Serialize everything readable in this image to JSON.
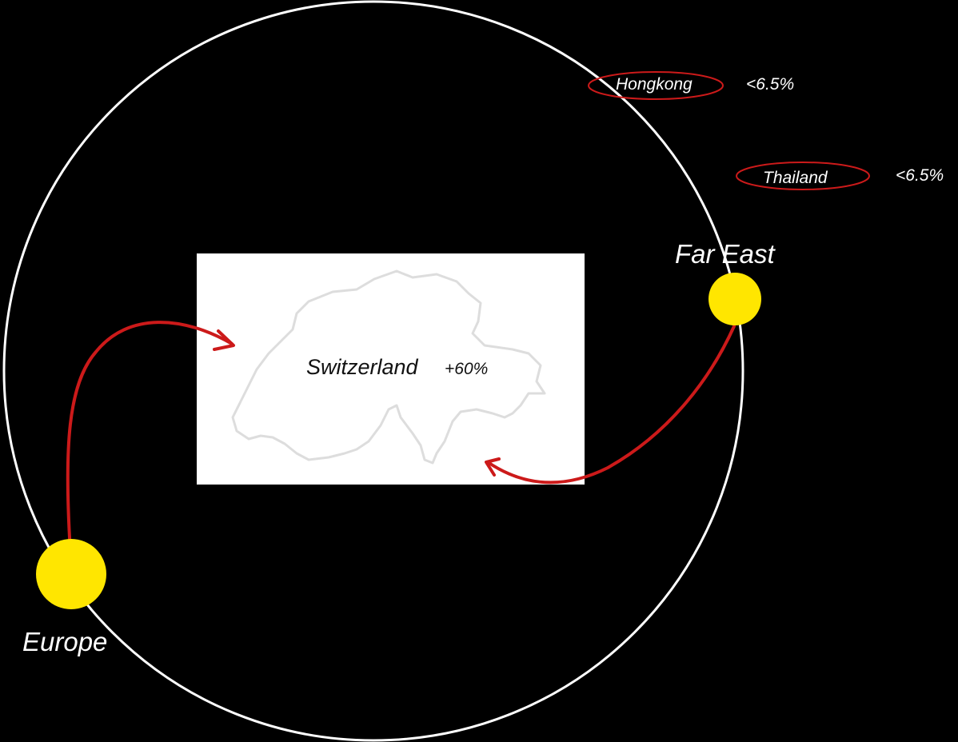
{
  "center": {
    "country": "Switzerland",
    "rate": "+60%"
  },
  "regions": {
    "europe": "Europe",
    "far_east": "Far East"
  },
  "markets": [
    {
      "country": "Hongkong",
      "rate": "<6.5%"
    },
    {
      "country": "Thailand",
      "rate": "<6.5%"
    }
  ],
  "colors": {
    "background": "#000000",
    "orbit": "#ffffff",
    "node": "#ffe600",
    "arrow": "#cc1a1a",
    "highlight_ellipse": "#cc1a1a",
    "map_outline": "#dddddd"
  }
}
